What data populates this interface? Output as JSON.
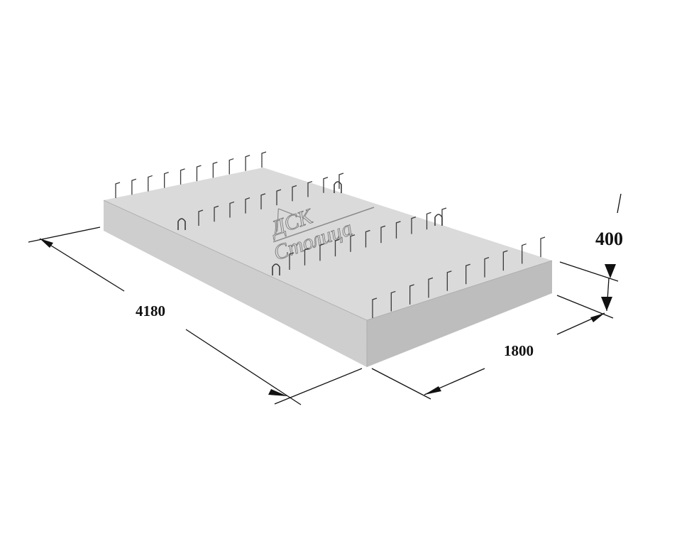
{
  "product": {
    "logo_top": "ДСК",
    "logo_bottom": "Столица"
  },
  "dimensions": {
    "length": "4180",
    "width": "1800",
    "height": "400"
  },
  "colors": {
    "slab_top": "#dcdcdc",
    "slab_front": "#cfcfcf",
    "slab_right": "#bdbdbd",
    "rebar": "#3a3a3a",
    "dimension_line": "#111111"
  }
}
